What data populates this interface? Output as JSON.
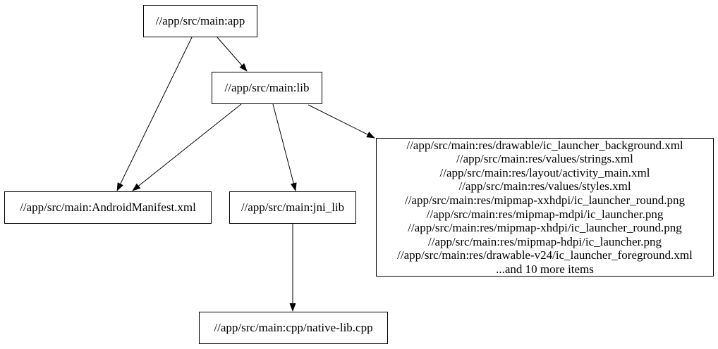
{
  "diagram": {
    "type": "dependency-graph",
    "colors": {
      "background": "#ffffff",
      "node_fill": "#ffffff",
      "node_border": "#000000",
      "edge": "#000000",
      "text": "#000000"
    },
    "nodes": {
      "app": {
        "label": "//app/src/main:app"
      },
      "lib": {
        "label": "//app/src/main:lib"
      },
      "android_manifest": {
        "label": "//app/src/main:AndroidManifest.xml"
      },
      "jni_lib": {
        "label": "//app/src/main:jni_lib"
      },
      "res_group": {
        "lines": [
          "//app/src/main:res/drawable/ic_launcher_background.xml",
          "//app/src/main:res/values/strings.xml",
          "//app/src/main:res/layout/activity_main.xml",
          "//app/src/main:res/values/styles.xml",
          "//app/src/main:res/mipmap-xxhdpi/ic_launcher_round.png",
          "//app/src/main:res/mipmap-mdpi/ic_launcher.png",
          "//app/src/main:res/mipmap-xhdpi/ic_launcher_round.png",
          "//app/src/main:res/mipmap-hdpi/ic_launcher.png",
          "//app/src/main:res/drawable-v24/ic_launcher_foreground.xml",
          "...and 10 more items"
        ]
      },
      "native_lib": {
        "label": "//app/src/main:cpp/native-lib.cpp"
      }
    },
    "edges": [
      {
        "from": "//app/src/main:app",
        "to": "//app/src/main:AndroidManifest.xml"
      },
      {
        "from": "//app/src/main:app",
        "to": "//app/src/main:lib"
      },
      {
        "from": "//app/src/main:lib",
        "to": "//app/src/main:AndroidManifest.xml"
      },
      {
        "from": "//app/src/main:lib",
        "to": "//app/src/main:jni_lib"
      },
      {
        "from": "//app/src/main:lib",
        "to": "res_group"
      },
      {
        "from": "//app/src/main:jni_lib",
        "to": "//app/src/main:cpp/native-lib.cpp"
      }
    ]
  }
}
